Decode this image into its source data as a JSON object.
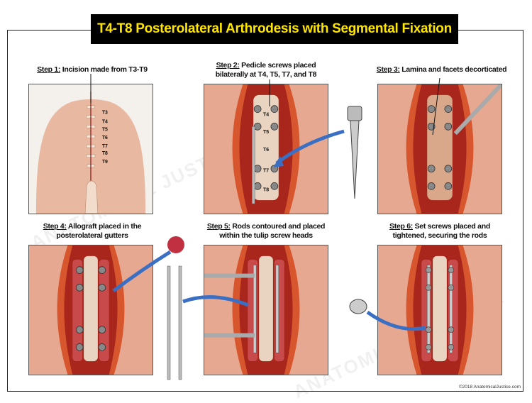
{
  "title": "T4-T8 Posterolateral Arthrodesis with Segmental Fixation",
  "watermark": "ANATOMICAL JUSTICE",
  "steps": [
    {
      "label": "Step 1:",
      "text": "Incision made from T3-T9",
      "levels": [
        "T3",
        "T4",
        "T5",
        "T6",
        "T7",
        "T8",
        "T9"
      ]
    },
    {
      "label": "Step 2:",
      "text_line1": "Pedicle screws placed",
      "text_line2": "bilaterally at T4, T5, T7, and T8",
      "levels": [
        "T4",
        "T5",
        "T6",
        "T7",
        "T8"
      ]
    },
    {
      "label": "Step 3:",
      "text": "Lamina and facets decorticated"
    },
    {
      "label": "Step 4:",
      "text_line1": "Allograft placed in the",
      "text_line2": "posterolateral gutters"
    },
    {
      "label": "Step 5:",
      "text_line1": "Rods contoured and placed",
      "text_line2": "within the tulip screw heads"
    },
    {
      "label": "Step 6:",
      "text_line1": "Set screws placed and",
      "text_line2": "tightened, securing the rods"
    }
  ],
  "copyright": "©2018 AnatomicalJustice.com",
  "colors": {
    "title_bg": "#000000",
    "title_text": "#ffe600",
    "arrow": "#3a6fc4",
    "tissue": "#c9483c",
    "skin": "#e8b8a0"
  }
}
